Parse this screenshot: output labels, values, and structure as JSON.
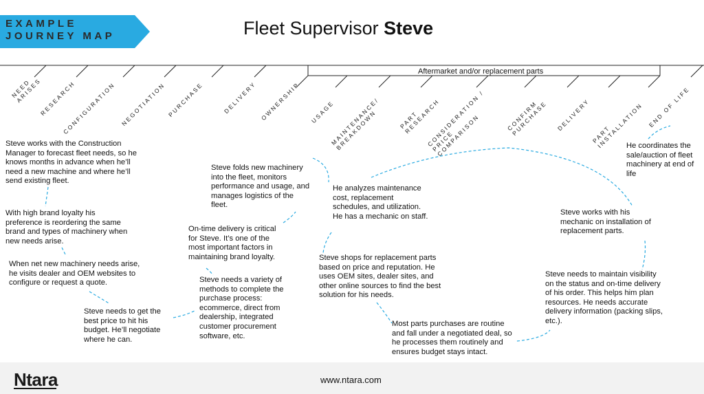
{
  "header": {
    "banner_line1": "EXAMPLE",
    "banner_line2": "JOURNEY MAP",
    "title_prefix": "Fleet Supervisor ",
    "title_name": "Steve",
    "banner_color": "#29aae1"
  },
  "stages": [
    "NEED\nARISES",
    "RESEARCH",
    "CONFIGURATION",
    "NEGOTIATION",
    "PURCHASE",
    "DELIVERY",
    "OWNERSHIP",
    "USAGE",
    "MAINTENANCE/\nBREAKDOWN",
    "PART\nRESEARCH",
    "CONSIDERATION /\nPRICE\nCOMPARISON",
    "CONFIRM\nPURCHASE",
    "DELIVERY",
    "PART\nINSTALLATION",
    "END OF LIFE"
  ],
  "aftermarket_label": "Aftermarket and/or replacement parts",
  "notes": [
    "Steve works with the Construction Manager to forecast fleet needs, so he knows months in advance when he’ll need a new machine and where he’ll send existing fleet.",
    "With high brand loyalty his preference is reordering the same brand and types of machinery when new needs arise.",
    "When net new machinery needs arise, he visits dealer and OEM websites to configure or request a quote.",
    "Steve needs to get the best price to hit his budget. He’ll negotiate where he can.",
    "Steve needs a variety of methods to complete the purchase process: ecommerce, direct from dealership, integrated customer procurement software, etc.",
    "On-time delivery is critical for Steve. It’s one of the most important factors in maintaining brand loyalty.",
    "Steve folds new machinery into the fleet, monitors performance and usage, and manages logistics of the fleet.",
    "He analyzes maintenance cost, replacement schedules, and utilization. He has a mechanic on staff.",
    "Steve shops for replacement parts based on price and reputation. He uses OEM sites, dealer sites, and other online sources to find the best solution for his needs.",
    "Most parts purchases are routine and fall under a negotiated deal, so he processes them routinely and ensures budget stays intact.",
    "Steve needs to maintain visibility on the status and on-time delivery of his order. This helps him plan resources. He needs accurate delivery information (packing slips, etc.).",
    "Steve works with his mechanic on installation of replacement parts.",
    "He coordinates the sale/auction of fleet machinery at end of life"
  ],
  "footer": {
    "logo": "Ntara",
    "url": "www.ntara.com"
  },
  "colors": {
    "connector": "#29aae1",
    "footer_bg": "#f2f2f2"
  }
}
